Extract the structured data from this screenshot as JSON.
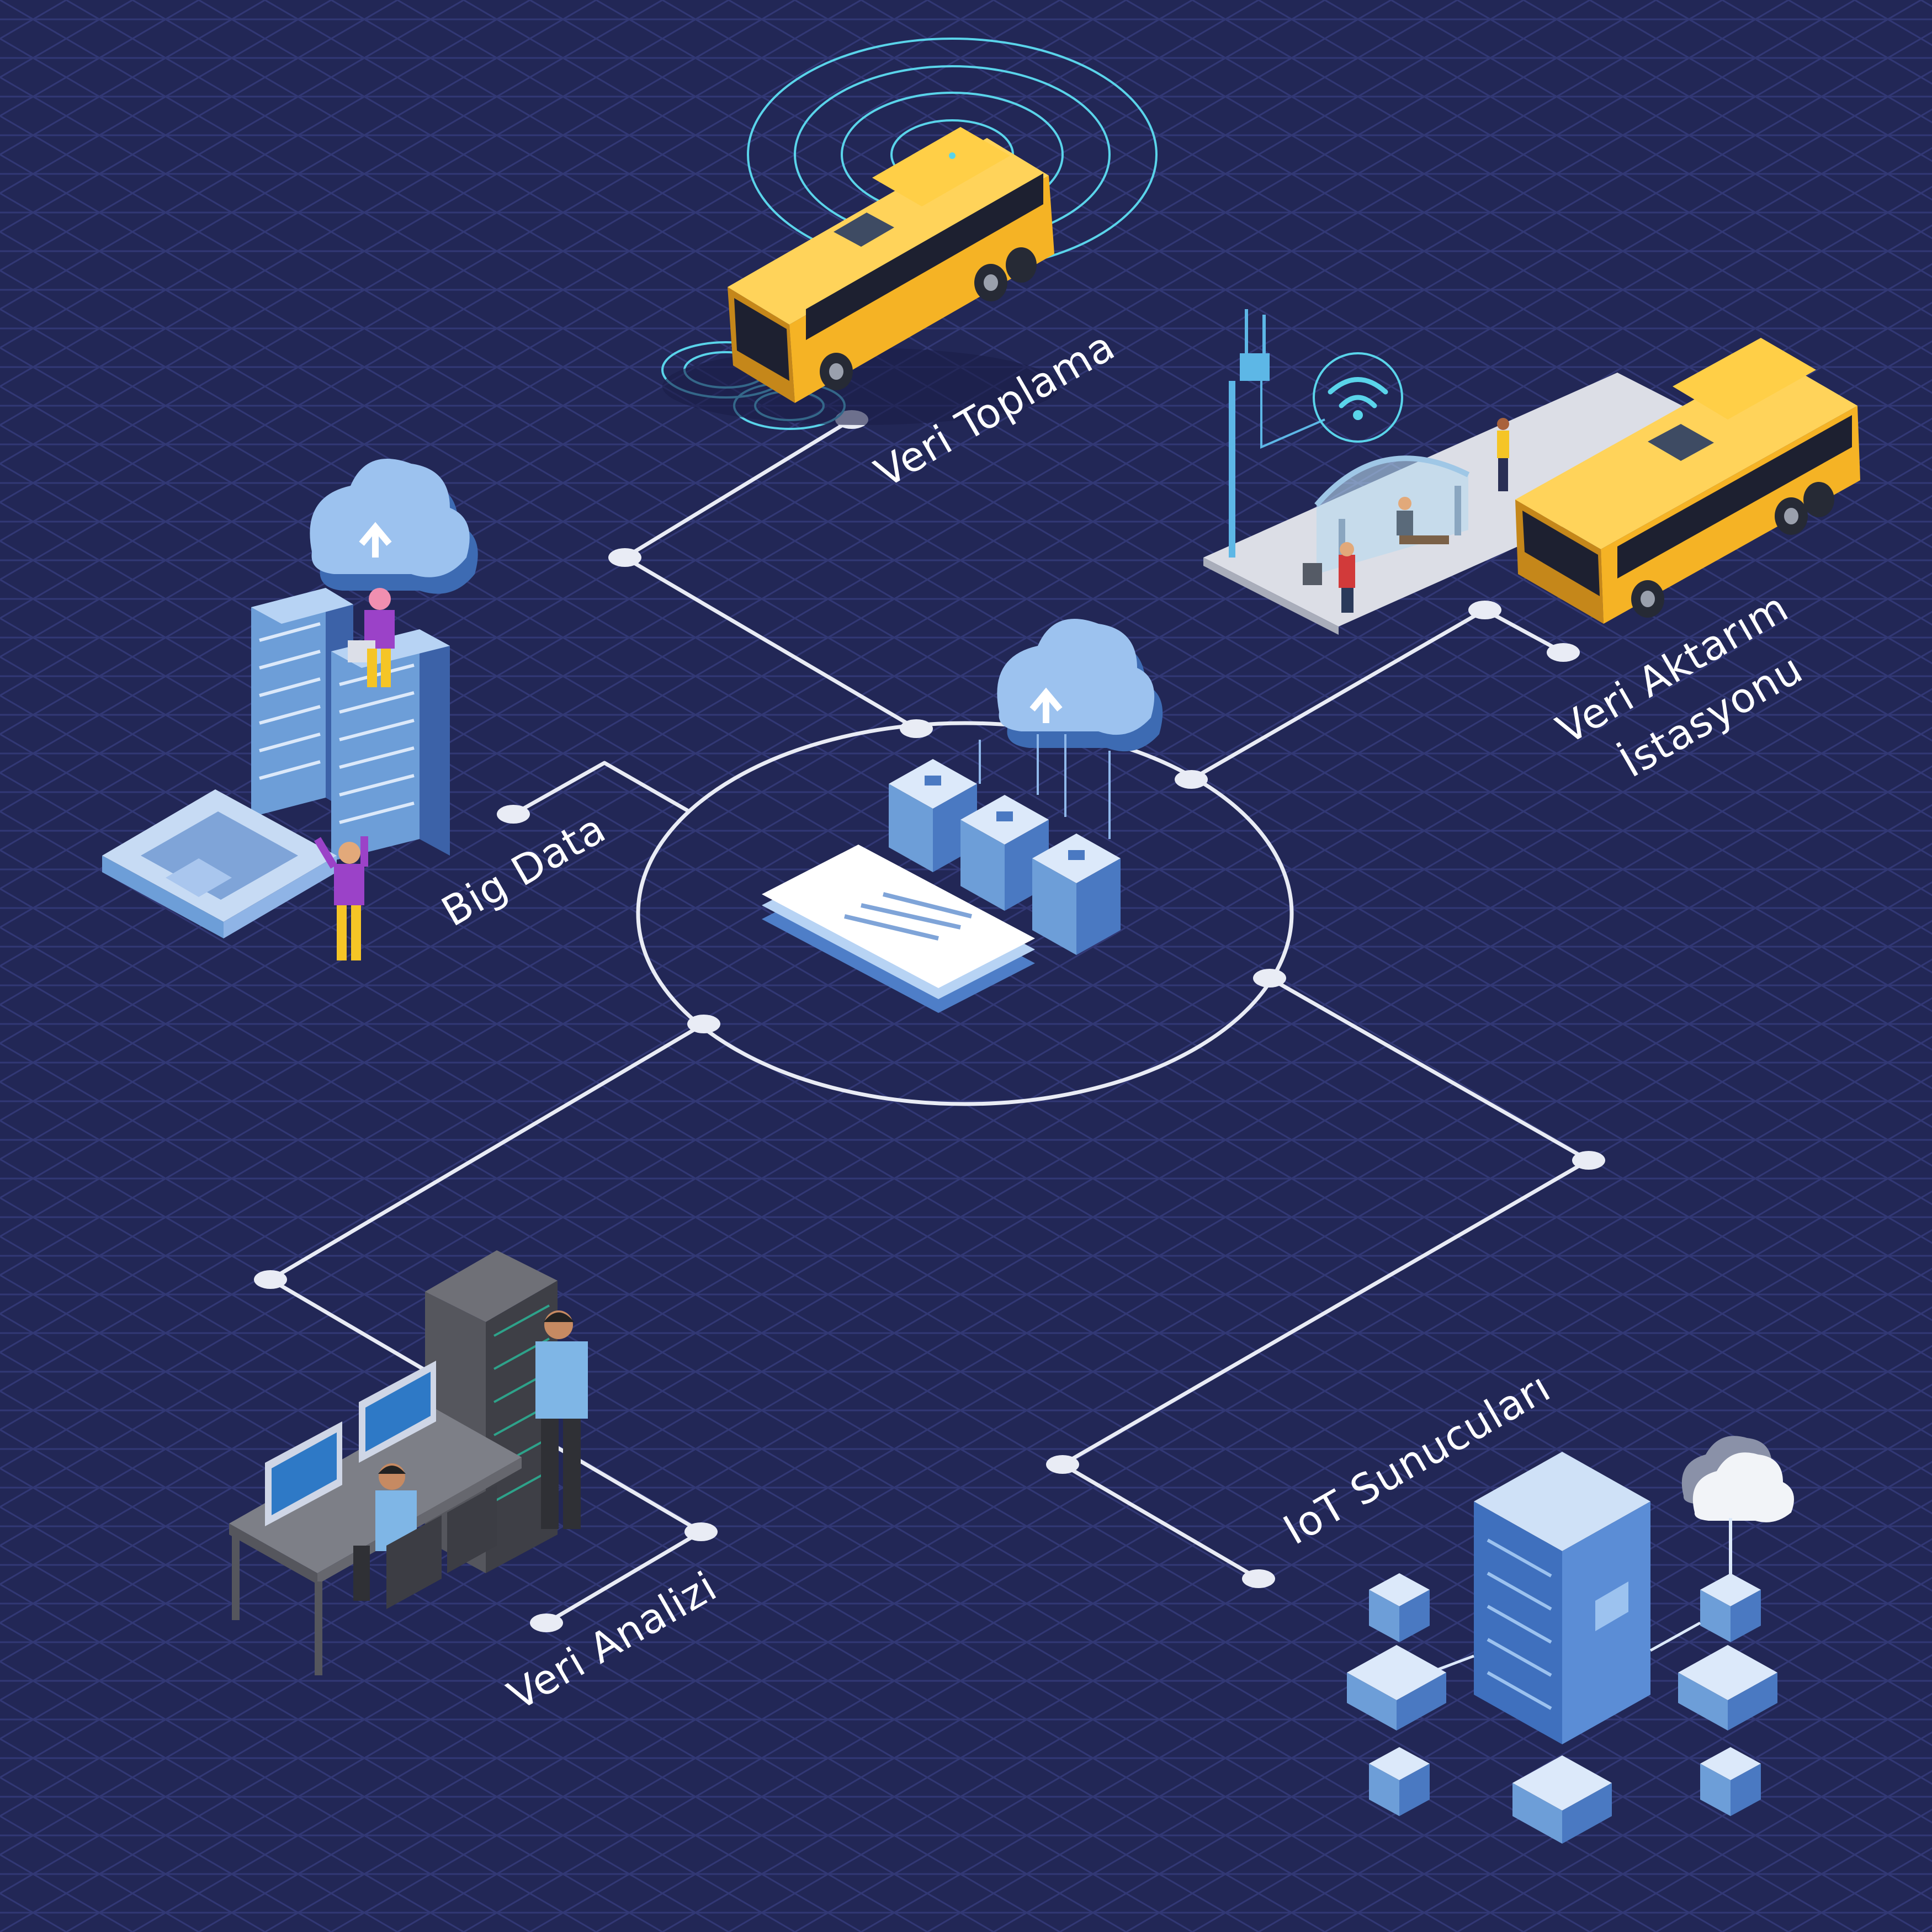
{
  "diagram": {
    "labels": {
      "data_collection": "Veri Toplama",
      "data_transfer_station_line1": "Veri Aktarım",
      "data_transfer_station_line2": "İstasyonu",
      "big_data": "Big Data",
      "data_analysis": "Veri Analizi",
      "iot_servers": "IoT Sunucuları"
    },
    "icons": [
      "bus-icon",
      "bus-stop-icon",
      "wifi-icon",
      "cloud-upload-icon",
      "server-rack-icon",
      "laptop-icon",
      "smartphone-icon",
      "workstation-icon",
      "people-icon",
      "server-cube-icon"
    ],
    "colors": {
      "background": "#222756",
      "grid": "#3a4080",
      "connector": "#e9ecf5",
      "bus": "#f5b325",
      "server": "#9cc2ef",
      "cloud": "#8fb8ea",
      "signal": "#5ad4ea"
    }
  }
}
